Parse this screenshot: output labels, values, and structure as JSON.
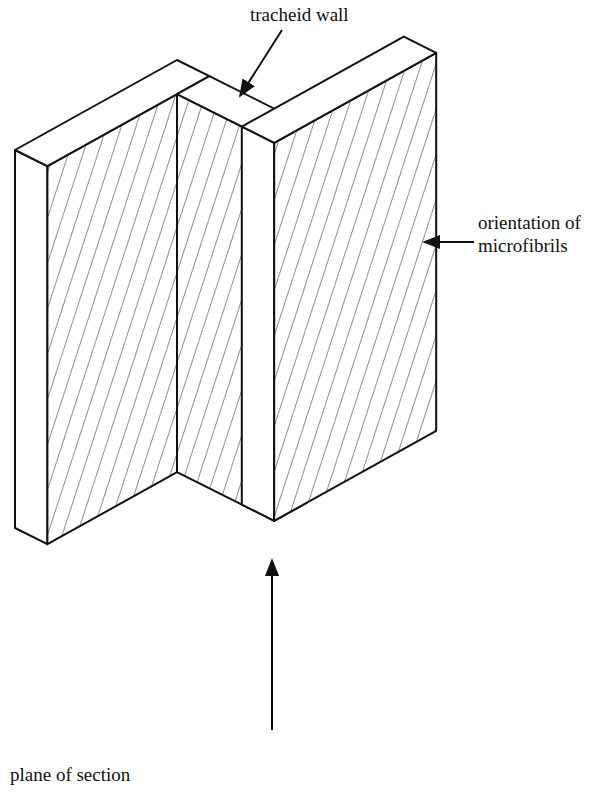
{
  "diagram": {
    "labels": [
      "tracheid wall",
      "orientation of microfibrils",
      "plane of section"
    ]
  }
}
